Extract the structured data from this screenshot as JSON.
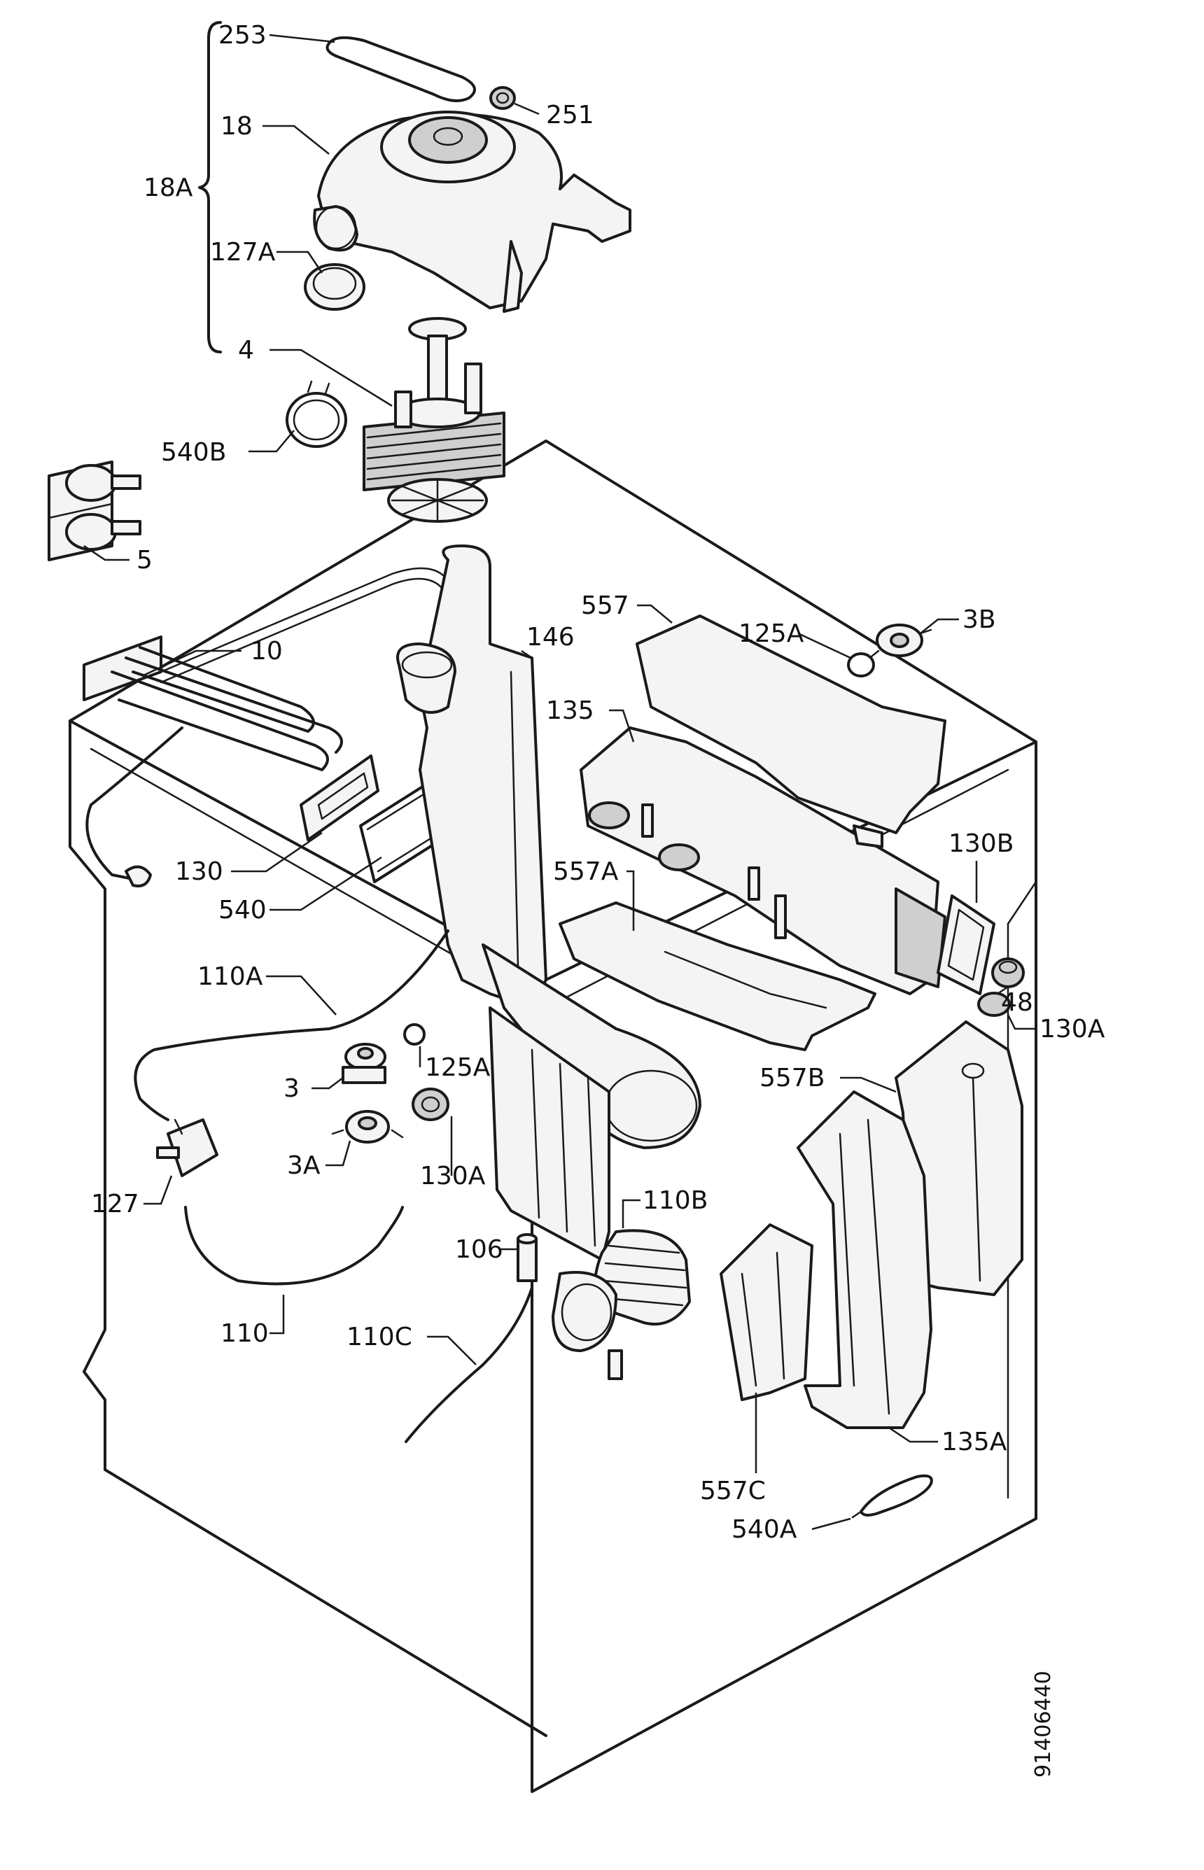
{
  "figure": {
    "side_code": "91406440"
  },
  "callouts": {
    "c253": "253",
    "c251": "251",
    "c18": "18",
    "c18a": "18A",
    "c127a": "127A",
    "c4": "4",
    "c540b": "540B",
    "c5": "5",
    "c10": "10",
    "c146": "146",
    "c557": "557",
    "c125a_top": "125A",
    "c3b": "3B",
    "c135": "135",
    "c130b": "130B",
    "c130": "130",
    "c540": "540",
    "c557a": "557A",
    "c48": "48",
    "c130a_right": "130A",
    "c110a": "110A",
    "c125a_mid": "125A",
    "c3": "3",
    "c557b": "557B",
    "c3a": "3A",
    "c130a_mid": "130A",
    "c127": "127",
    "c110b": "110B",
    "c106": "106",
    "c110": "110",
    "c110c": "110C",
    "c135a": "135A",
    "c557c": "557C",
    "c540a": "540A"
  },
  "colors": {
    "ink": "#1a1a1a",
    "paper": "#ffffff"
  }
}
